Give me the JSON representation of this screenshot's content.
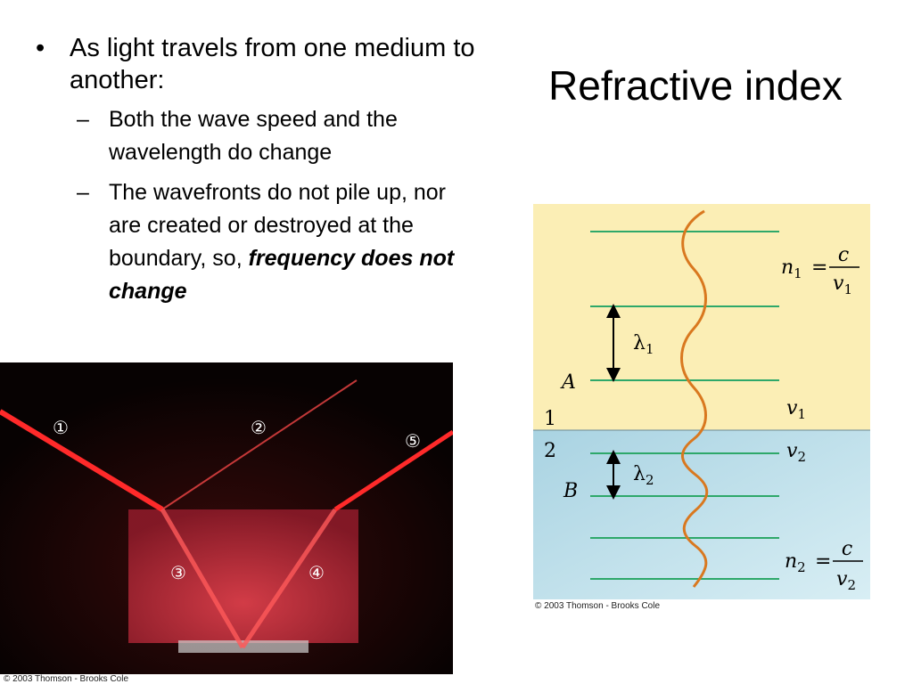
{
  "slide": {
    "title": "Refractive index",
    "bullets": [
      {
        "text": "As light travels from one medium to another:",
        "sub": [
          {
            "text": "Both the wave speed and the wavelength do change"
          },
          {
            "text": "The wavefronts do not pile up, nor are created or destroyed at the boundary, so, ",
            "emphasis": "frequency does not change"
          }
        ]
      }
    ]
  },
  "photo": {
    "labels": [
      "①",
      "②",
      "⑤",
      "③",
      "④"
    ],
    "caption": "© 2003 Thomson - Brooks Cole",
    "colors": {
      "background": "#0a0303",
      "beam": "#ff2020",
      "block": "#c8283a"
    }
  },
  "diagram": {
    "medium_labels": {
      "top_number": "1",
      "bottom_number": "2",
      "point_a": "A",
      "point_b": "B"
    },
    "lambda1": {
      "symbol": "λ",
      "sub": "1"
    },
    "lambda2": {
      "symbol": "λ",
      "sub": "2"
    },
    "v1": {
      "symbol": "v",
      "sub": "1"
    },
    "v2": {
      "symbol": "v",
      "sub": "2"
    },
    "eq1": {
      "n": "n",
      "n_sub": "1",
      "eq": "=",
      "num": "c",
      "den": "v",
      "den_sub": "1"
    },
    "eq2": {
      "n": "n",
      "n_sub": "2",
      "eq": "=",
      "num": "c",
      "den": "v",
      "den_sub": "2"
    },
    "caption": "© 2003 Thomson - Brooks Cole",
    "colors": {
      "medium1": "#fbeeb5",
      "medium2": "#b9dde8",
      "wavefront": "#2ea86a",
      "wave": "#d9781f"
    }
  }
}
